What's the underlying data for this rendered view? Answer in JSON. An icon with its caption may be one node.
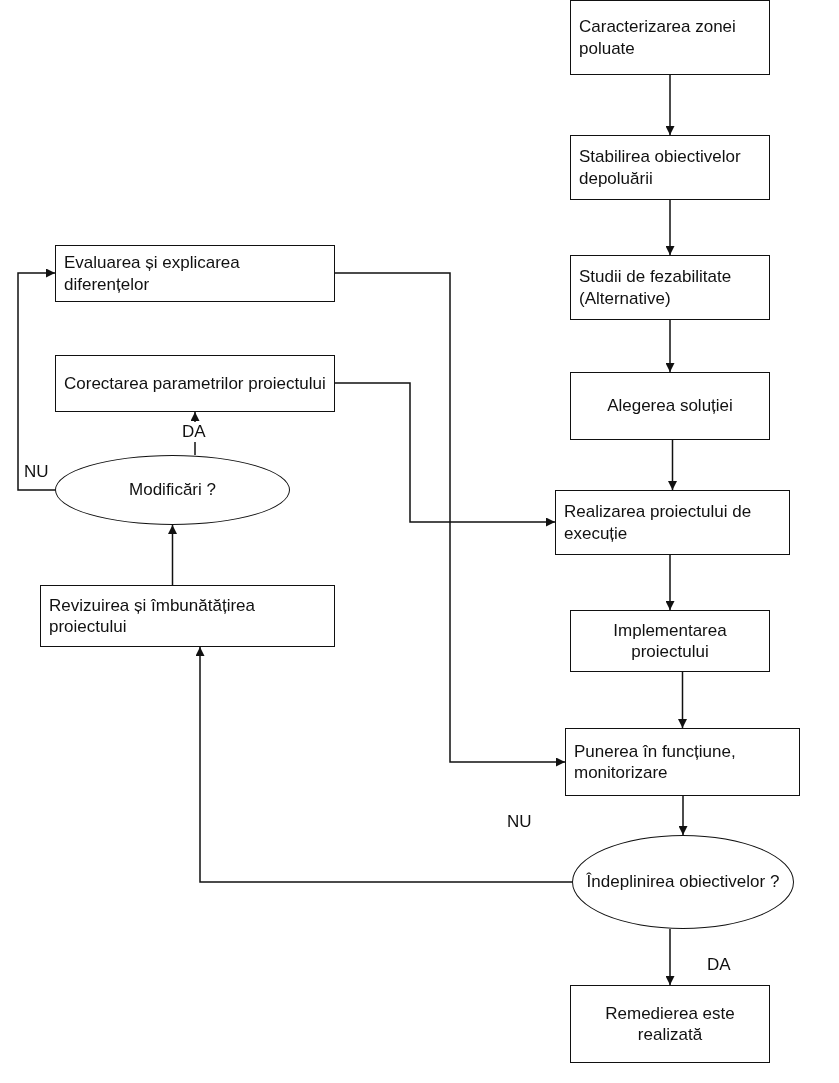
{
  "diagram": {
    "nodes": [
      {
        "text": [
          "Caracterizarea zonei poluate"
        ]
      },
      {
        "text": [
          "Stabilirea obiectivelor depoluării"
        ]
      },
      {
        "text": [
          "Studii de fezabilitate (Alternative)"
        ]
      },
      {
        "text": [
          "Alegerea soluției"
        ]
      },
      {
        "text": [
          "Realizarea proiectului de execuție"
        ]
      },
      {
        "text": [
          "Implementarea proiectului"
        ]
      },
      {
        "text": [
          "Punerea în funcțiune, monitorizare"
        ]
      },
      {
        "text": [
          "Îndeplinirea obiectivelor ?"
        ]
      },
      {
        "text": [
          "Remedierea este realizată"
        ]
      },
      {
        "text": [
          "Evaluarea și explicarea diferențelor"
        ]
      },
      {
        "text": [
          "Corectarea parametrilor proiectului"
        ]
      },
      {
        "text": [
          "Modificări ?"
        ]
      },
      {
        "text": [
          "Revizuirea și îmbunătățirea proiectului"
        ]
      }
    ],
    "edges": [
      {
        "from": 0,
        "to": 1,
        "arrow": "to"
      },
      {
        "from": 1,
        "to": 2,
        "arrow": "to"
      },
      {
        "from": 2,
        "to": 3,
        "arrow": "to"
      },
      {
        "from": 3,
        "to": 4,
        "arrow": "to"
      },
      {
        "from": 4,
        "to": 5,
        "arrow": "to"
      },
      {
        "from": 5,
        "to": 6,
        "arrow": "to"
      },
      {
        "from": 6,
        "to": 7,
        "arrow": "to"
      },
      {
        "from": 7,
        "to": 8,
        "arrow": "to",
        "label": "DA"
      },
      {
        "from": 7,
        "to": 12,
        "arrow": "to",
        "label": "NU"
      },
      {
        "from": 12,
        "to": 11,
        "arrow": "to"
      },
      {
        "from": 11,
        "to": 10,
        "arrow": "to",
        "label": "DA"
      },
      {
        "from": 11,
        "to": 9,
        "arrow": "to",
        "label": "NU"
      },
      {
        "from": 9,
        "to": 6,
        "arrow": "to"
      },
      {
        "from": 10,
        "to": 4,
        "arrow": "to"
      }
    ]
  }
}
